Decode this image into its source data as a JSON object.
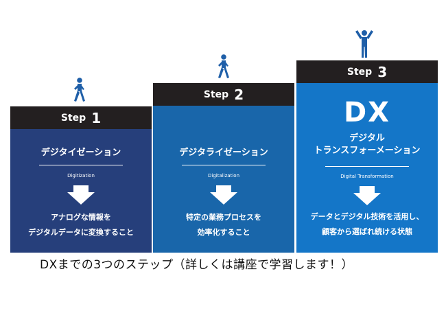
{
  "steps": [
    {
      "step_word": "Step",
      "step_number": "1",
      "title": "デジタイゼーション",
      "subtitle": "Digitization",
      "desc": [
        "アナログな情報を",
        "デジタルデータに変換すること"
      ],
      "color": "#263f7b",
      "figure": "walking-person-icon"
    },
    {
      "step_word": "Step",
      "step_number": "2",
      "title": "デジタライゼーション",
      "subtitle": "Digitalization",
      "desc": [
        "特定の業務プロセスを",
        "効率化すること"
      ],
      "color": "#1966aa",
      "figure": "walking-person-icon"
    },
    {
      "step_word": "Step",
      "step_number": "3",
      "big": "DX",
      "title": [
        "デジタル",
        "トランスフォーメーション"
      ],
      "subtitle": "Digital Transformation",
      "desc": [
        "データとデジタル技術を活用し、",
        "顧客から選ばれ続ける状態"
      ],
      "color": "#1476c8",
      "figure": "cheering-person-icon"
    }
  ],
  "caption": "DXまでの3つのステップ（詳しくは講座で学習します！）",
  "colors": {
    "header": "#231f20",
    "figure": "#1f5fa8"
  }
}
